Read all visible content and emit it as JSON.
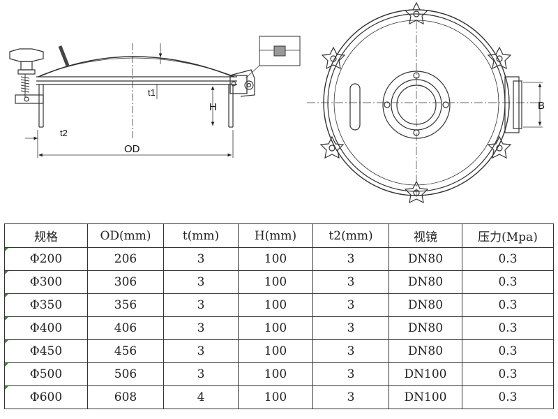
{
  "diagram": {
    "labels": {
      "t1": "t1",
      "H": "H",
      "t2": "t2",
      "OD": "OD",
      "B": "B"
    }
  },
  "table": {
    "headers": [
      "规格",
      "OD(mm)",
      "t(mm)",
      "H(mm)",
      "t2(mm)",
      "视镜",
      "压力(Mpa)"
    ],
    "rows": [
      [
        "Φ200",
        "206",
        "3",
        "100",
        "3",
        "DN80",
        "0.3"
      ],
      [
        "Φ300",
        "306",
        "3",
        "100",
        "3",
        "DN80",
        "0.3"
      ],
      [
        "Φ350",
        "356",
        "3",
        "100",
        "3",
        "DN80",
        "0.3"
      ],
      [
        "Φ400",
        "406",
        "3",
        "100",
        "3",
        "DN80",
        "0.3"
      ],
      [
        "Φ450",
        "456",
        "3",
        "100",
        "3",
        "DN80",
        "0.3"
      ],
      [
        "Φ500",
        "506",
        "3",
        "100",
        "3",
        "DN100",
        "0.3"
      ],
      [
        "Φ600",
        "608",
        "4",
        "100",
        "3",
        "DN100",
        "0.3"
      ]
    ]
  },
  "colors": {
    "line": "#333333",
    "row_marker": "#2a8f2a"
  }
}
